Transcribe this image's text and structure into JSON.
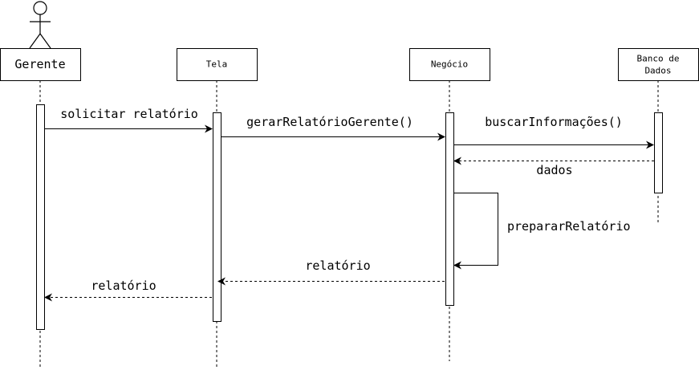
{
  "participants": [
    {
      "id": "gerente",
      "name": "Gerente",
      "is_actor": true
    },
    {
      "id": "tela",
      "name": "Tela",
      "is_actor": false
    },
    {
      "id": "negocio",
      "name": "Negócio",
      "is_actor": false
    },
    {
      "id": "banco",
      "name_lines": [
        "Banco de",
        "Dados"
      ],
      "is_actor": false
    }
  ],
  "messages": [
    {
      "id": "m1",
      "label": "solicitar relatório",
      "from": "gerente",
      "to": "tela",
      "style": "solid"
    },
    {
      "id": "m2",
      "label": "gerarRelatórioGerente()",
      "from": "tela",
      "to": "negocio",
      "style": "solid"
    },
    {
      "id": "m3",
      "label": "buscarInformações()",
      "from": "negocio",
      "to": "banco",
      "style": "solid"
    },
    {
      "id": "m4",
      "label": "dados",
      "from": "banco",
      "to": "negocio",
      "style": "dashed"
    },
    {
      "id": "m5",
      "label": "prepararRelatório",
      "from": "negocio",
      "to": "negocio",
      "style": "solid"
    },
    {
      "id": "m6",
      "label": "relatório",
      "from": "negocio",
      "to": "tela",
      "style": "dashed"
    },
    {
      "id": "m7",
      "label": "relatório",
      "from": "tela",
      "to": "gerente",
      "style": "dashed"
    }
  ],
  "colors": {
    "stroke": "#000000",
    "background": "#ffffff"
  }
}
